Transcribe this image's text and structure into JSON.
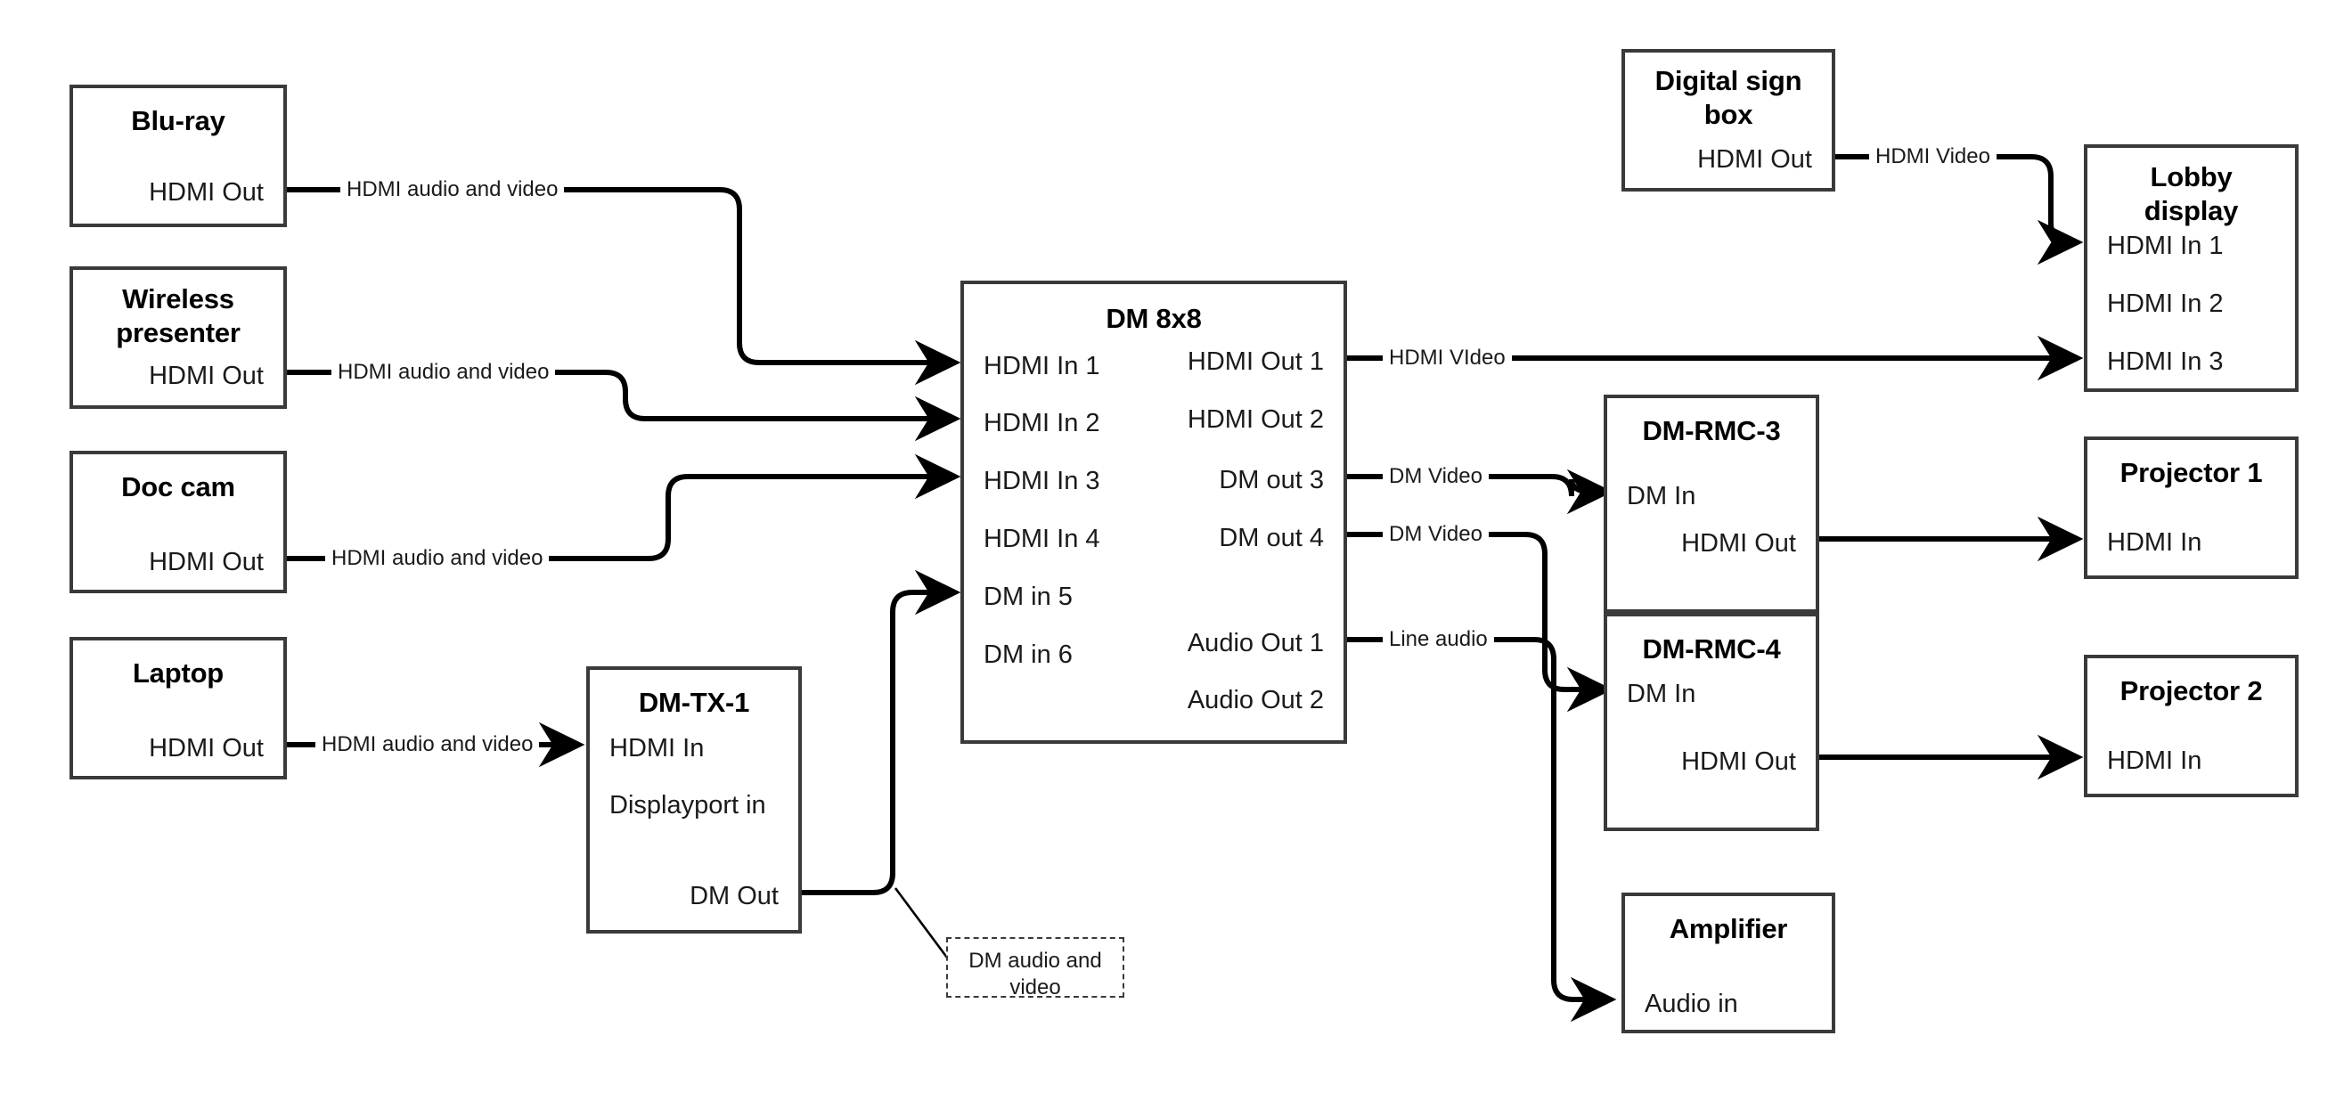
{
  "diagram": {
    "title": "AV Signal Flow Diagram",
    "line_color": "#000000",
    "box_border_color": "#3a3a3a",
    "background": "#ffffff"
  },
  "nodes": {
    "bluray": {
      "title": "Blu-ray",
      "ports": {
        "hdmi_out": "HDMI Out"
      }
    },
    "wireless_presenter": {
      "title": "Wireless presenter",
      "title_line1": "Wireless",
      "title_line2": "presenter",
      "ports": {
        "hdmi_out": "HDMI Out"
      }
    },
    "doc_cam": {
      "title": "Doc cam",
      "ports": {
        "hdmi_out": "HDMI Out"
      }
    },
    "laptop": {
      "title": "Laptop",
      "ports": {
        "hdmi_out": "HDMI Out"
      }
    },
    "dm_tx_1": {
      "title": "DM-TX-1",
      "ports": {
        "hdmi_in": "HDMI In",
        "displayport_in": "Displayport in",
        "dm_out": "DM Out"
      }
    },
    "dm_8x8": {
      "title": "DM 8x8",
      "inputs": [
        "HDMI In 1",
        "HDMI In 2",
        "HDMI In 3",
        "HDMI In 4",
        "DM in 5",
        "DM in 6"
      ],
      "outputs": [
        "HDMI Out 1",
        "HDMI Out 2",
        "DM out 3",
        "DM out 4",
        "Audio Out 1",
        "Audio Out 2"
      ]
    },
    "digital_sign_box": {
      "title": "Digital sign box",
      "title_line1": "Digital sign",
      "title_line2": "box",
      "ports": {
        "hdmi_out": "HDMI Out"
      }
    },
    "lobby_display": {
      "title": "Lobby display",
      "title_line1": "Lobby",
      "title_line2": "display",
      "ports": {
        "hdmi_in_1": "HDMI In 1",
        "hdmi_in_2": "HDMI In 2",
        "hdmi_in_3": "HDMI In 3"
      }
    },
    "dm_rmc_3": {
      "title": "DM-RMC-3",
      "ports": {
        "dm_in": "DM In",
        "hdmi_out": "HDMI Out"
      }
    },
    "dm_rmc_4": {
      "title": "DM-RMC-4",
      "ports": {
        "dm_in": "DM In",
        "hdmi_out": "HDMI Out"
      }
    },
    "projector_1": {
      "title": "Projector 1",
      "ports": {
        "hdmi_in": "HDMI In"
      }
    },
    "projector_2": {
      "title": "Projector 2",
      "ports": {
        "hdmi_in": "HDMI In"
      }
    },
    "amplifier": {
      "title": "Amplifier",
      "ports": {
        "audio_in": "Audio in"
      }
    }
  },
  "connection_labels": {
    "bluray_to_dm": "HDMI audio and video",
    "wireless_to_dm": "HDMI audio and video",
    "doccam_to_dm": "HDMI audio and video",
    "laptop_to_tx": "HDMI audio and video",
    "sign_to_lobby": "HDMI Video",
    "hdmiout1_to_lobby": "HDMI VIdeo",
    "dmout3_to_rmc3": "DM Video",
    "dmout4_to_rmc4": "DM Video",
    "audioout1_to_amp": "Line audio"
  },
  "annotations": {
    "dm_av_note": "DM audio and video"
  }
}
